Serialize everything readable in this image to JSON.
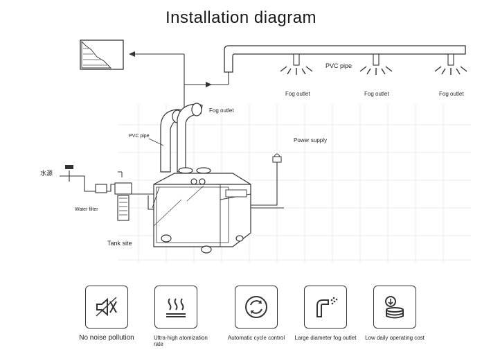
{
  "title": "Installation diagram",
  "labels": {
    "pvc_pipe_top": "PVC pipe",
    "fog_outlet_1": "Fog outlet",
    "fog_outlet_2": "Fog outlet",
    "fog_outlet_3": "Fog outlet",
    "fog_outlet_machine": "Fog outlet",
    "pvc_pipe_machine": "PVC pipe",
    "power_supply": "Power supply",
    "water_source": "水源",
    "water_filter": "Water filter",
    "tank_site": "Tank site"
  },
  "features": [
    {
      "icon": "speaker-mute-icon",
      "label": "No noise pollution"
    },
    {
      "icon": "steam-icon",
      "label": "Ultra-high atomization rate"
    },
    {
      "icon": "cycle-arrows-icon",
      "label": "Automatic cycle control"
    },
    {
      "icon": "pipe-spray-icon",
      "label": "Large diameter fog outlet"
    },
    {
      "icon": "coins-icon",
      "label": "Low daily operating cost"
    }
  ]
}
